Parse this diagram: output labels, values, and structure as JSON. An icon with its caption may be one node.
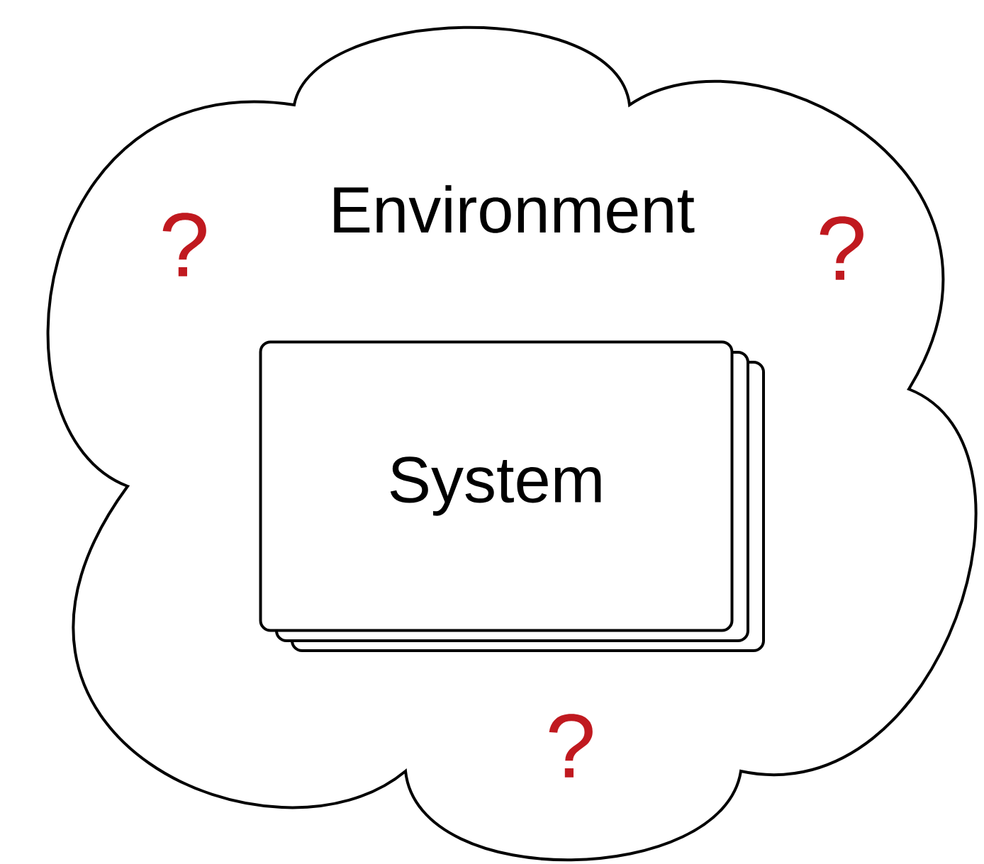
{
  "diagram": {
    "nodes": [
      {
        "text": [
          "Environment"
        ]
      },
      {
        "text": [
          "System"
        ],
        "in": 0
      }
    ],
    "labels": [
      "?",
      "?",
      "?"
    ]
  }
}
